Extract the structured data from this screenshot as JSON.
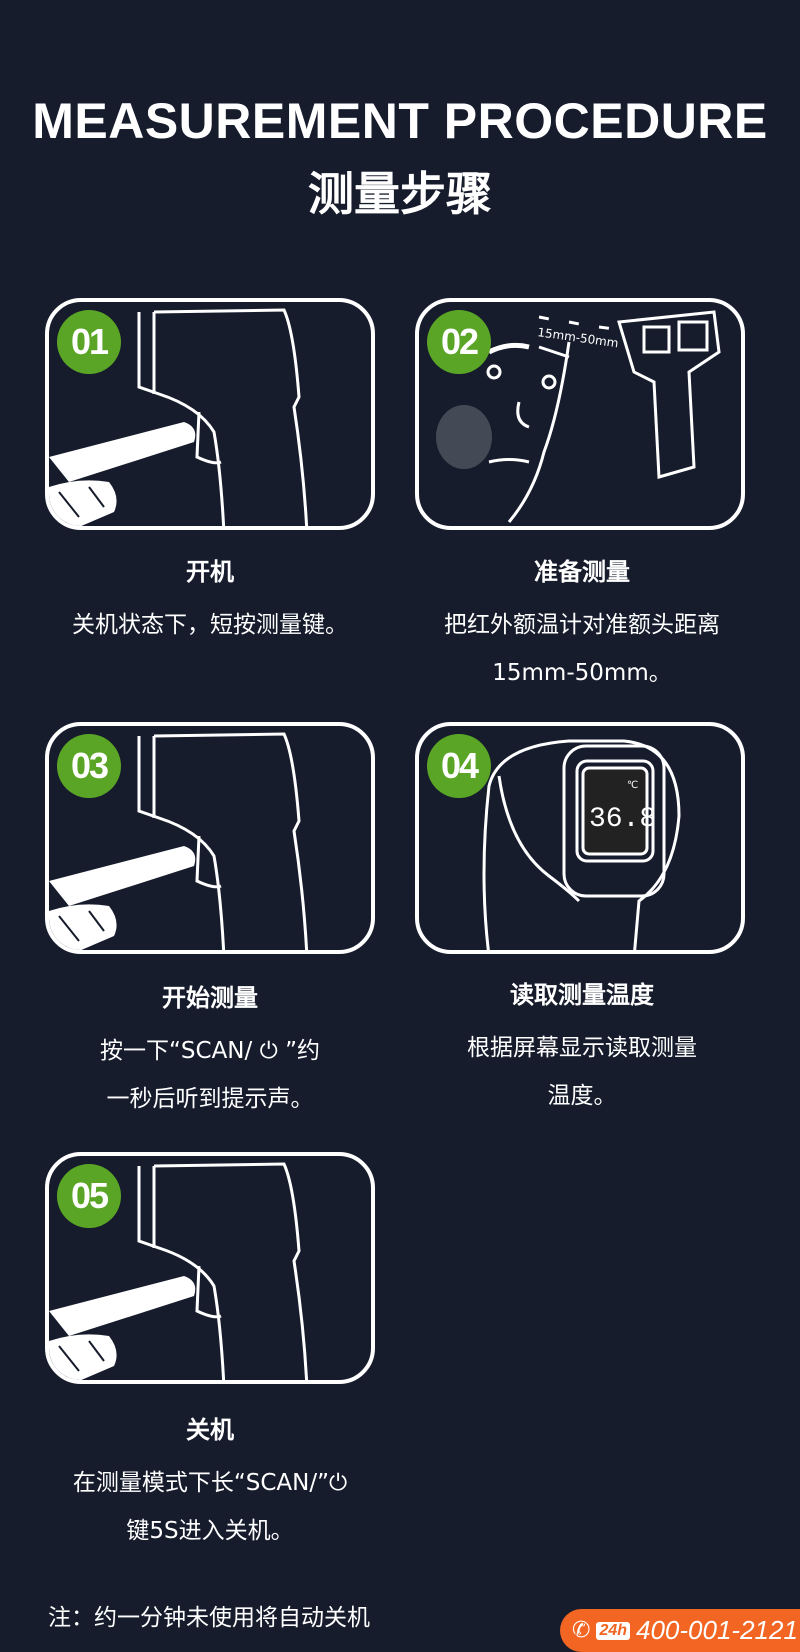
{
  "header": {
    "title_en": "MEASUREMENT PROCEDURE",
    "title_cn": "测量步骤"
  },
  "steps": [
    {
      "num": "01",
      "title": "开机",
      "lines": [
        "关机状态下，短按测量键。"
      ]
    },
    {
      "num": "02",
      "title": "准备测量",
      "lines": [
        "把红外额温计对准额头距离",
        "15mm-50mm。"
      ],
      "distance_label": "15mm-50mm"
    },
    {
      "num": "03",
      "title": "开始测量",
      "lines": [
        "按一下“SCAN/ ⏻ ”约",
        "一秒后听到提示声。"
      ]
    },
    {
      "num": "04",
      "title": "读取测量温度",
      "lines": [
        "根据屏幕显示读取测量",
        "温度。"
      ],
      "display": "36.8",
      "unit": "℃"
    },
    {
      "num": "05",
      "title": "关机",
      "lines": [
        "在测量模式下长“SCAN/”⏻",
        "键5S进入关机。"
      ]
    }
  ],
  "note": "注：约一分钟未使用将自动关机",
  "hotline": {
    "badge": "24h",
    "number": "400-001-2121"
  },
  "colors": {
    "background": "#171c2d",
    "badge": "#5aa526",
    "hotline": "#f26522"
  }
}
